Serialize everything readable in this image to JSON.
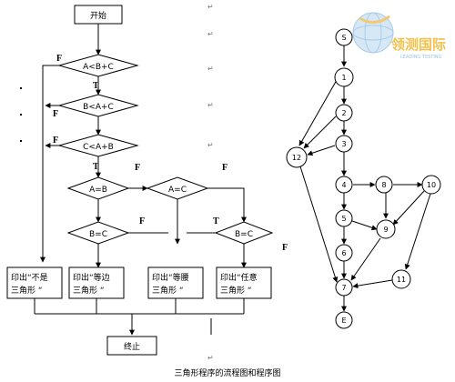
{
  "flowchart": {
    "start": "开始",
    "cond1": "A<B+C",
    "cond2": "B<A+C",
    "cond3": "C<A+B",
    "cond4": "A=B",
    "cond5": "A=C",
    "cond6": "B=C",
    "cond7": "B=C",
    "label_f": "F",
    "label_t": "T",
    "out1_line1": "印出“不是",
    "out1_line2": "三角形 “",
    "out2_line1": "印出“等边",
    "out2_line2": "三角形 “",
    "out3_line1": "印出“等腰",
    "out3_line2": "三角形 “",
    "out4_line1": "印出“任意",
    "out4_line2": "三角形 “",
    "end": "终止"
  },
  "program_graph": {
    "nodes": [
      "S",
      "1",
      "2",
      "3",
      "4",
      "5",
      "6",
      "7",
      "8",
      "9",
      "10",
      "11",
      "12",
      "E"
    ]
  },
  "watermark": {
    "title": "领测国际",
    "subtitle": "LEADING TESTING"
  },
  "caption": "三角形程序的流程图和程序图"
}
